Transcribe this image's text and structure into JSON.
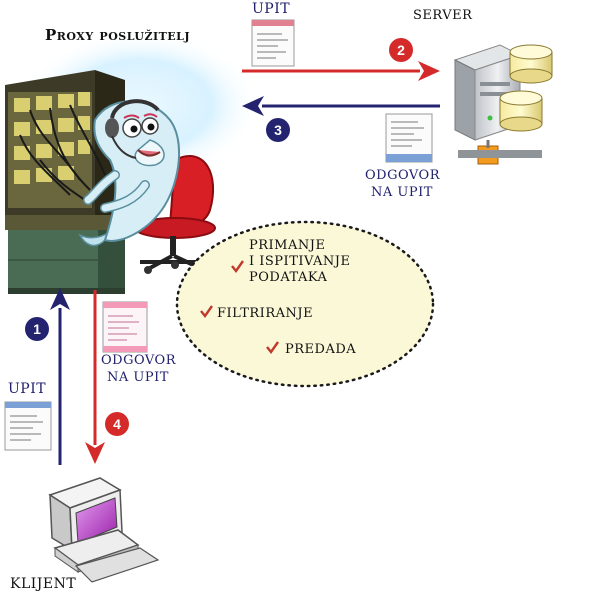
{
  "labels": {
    "proxy": "Proxy poslužitelj",
    "server": "SERVER",
    "upit_top": "UPIT",
    "odgovor_right_1": "ODGOVOR",
    "odgovor_right_2": "NA UPIT",
    "odgovor_left_1": "ODGOVOR",
    "odgovor_left_2": "NA UPIT",
    "upit_left": "UPIT",
    "klijent": "KLIJENT"
  },
  "steps": [
    "1",
    "2",
    "3",
    "4"
  ],
  "tasks": {
    "task1_line1": "PRIMANJE",
    "task1_line2": "I ISPITIVANJE",
    "task1_line3": "PODATAKA",
    "task2": "FILTRIRANJE",
    "task3": "PREDADA"
  },
  "colors": {
    "red": "#d42a2a",
    "navy": "#232370",
    "check": "#c0392b",
    "ellipse_fill": "#fbf8d8"
  },
  "icons": [
    "switchboard-icon",
    "dolphin-operator-icon",
    "server-icon",
    "database-icon",
    "document-icon",
    "computer-icon",
    "checkmark-icon"
  ]
}
